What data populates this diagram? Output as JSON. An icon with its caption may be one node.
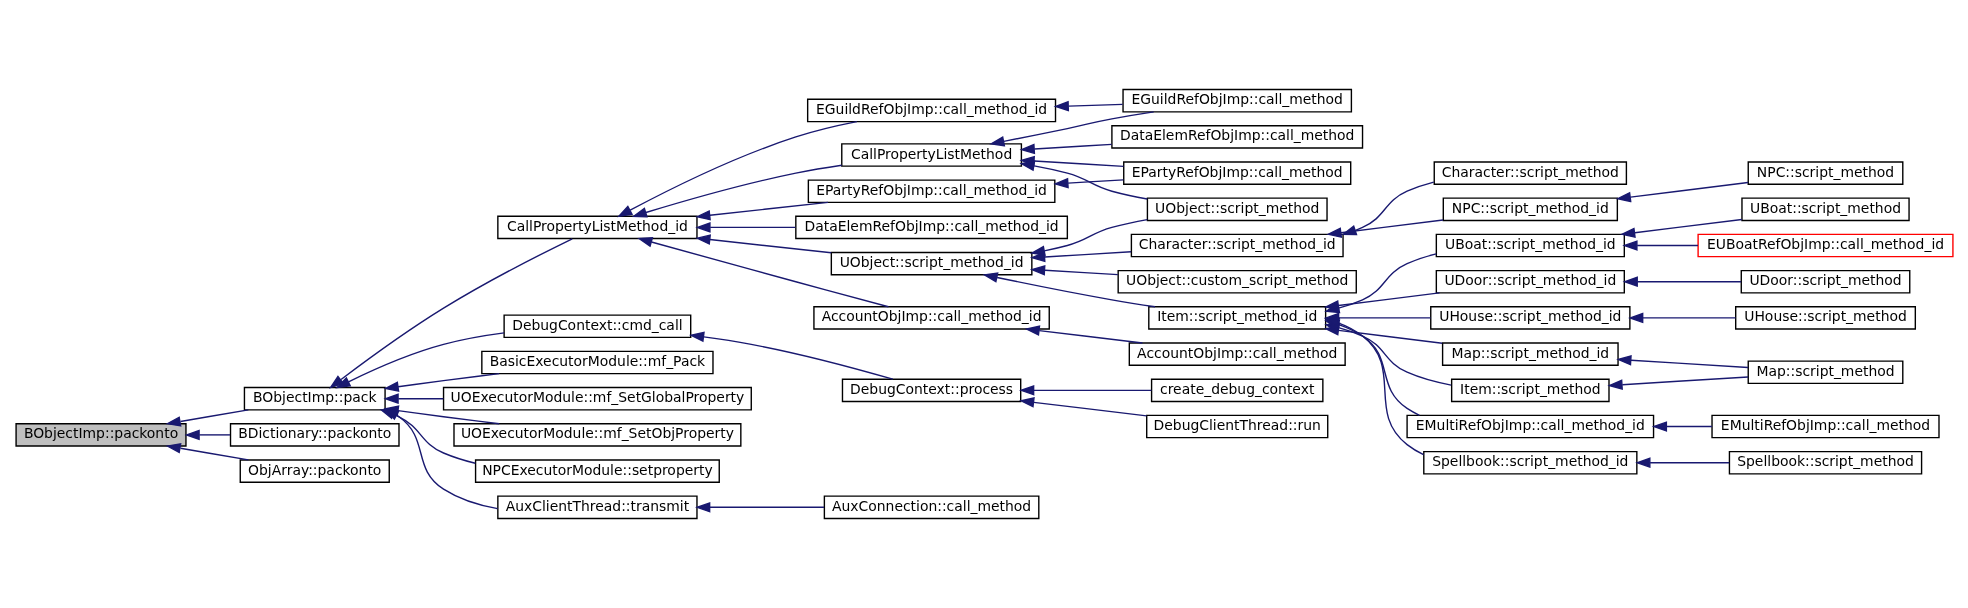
{
  "diagram": {
    "nodes": [
      {
        "text": [
          "BObjectImp::packonto"
        ]
      },
      {
        "text": [
          "BObjectImp::pack"
        ]
      },
      {
        "text": [
          "BDictionary::packonto"
        ]
      },
      {
        "text": [
          "ObjArray::packonto"
        ]
      },
      {
        "text": [
          "CallPropertyListMethod_id"
        ]
      },
      {
        "text": [
          "DebugContext::cmd_call"
        ]
      },
      {
        "text": [
          "BasicExecutorModule::mf_Pack"
        ]
      },
      {
        "text": [
          "UOExecutorModule::mf_SetGlobalProperty"
        ]
      },
      {
        "text": [
          "UOExecutorModule::mf_SetObjProperty"
        ]
      },
      {
        "text": [
          "NPCExecutorModule::setproperty"
        ]
      },
      {
        "text": [
          "AuxClientThread::transmit"
        ]
      },
      {
        "text": [
          "EGuildRefObjImp::call_method_id"
        ]
      },
      {
        "text": [
          "CallPropertyListMethod"
        ]
      },
      {
        "text": [
          "EPartyRefObjImp::call_method_id"
        ]
      },
      {
        "text": [
          "DataElemRefObjImp::call_method_id"
        ]
      },
      {
        "text": [
          "UObject::script_method_id"
        ]
      },
      {
        "text": [
          "AccountObjImp::call_method_id"
        ]
      },
      {
        "text": [
          "DebugContext::process"
        ]
      },
      {
        "text": [
          "AuxConnection::call_method"
        ]
      },
      {
        "text": [
          "EGuildRefObjImp::call_method"
        ]
      },
      {
        "text": [
          "DataElemRefObjImp::call_method"
        ]
      },
      {
        "text": [
          "EPartyRefObjImp::call_method"
        ]
      },
      {
        "text": [
          "UObject::script_method"
        ]
      },
      {
        "text": [
          "Character::script_method_id"
        ]
      },
      {
        "text": [
          "UObject::custom_script_method"
        ]
      },
      {
        "text": [
          "Item::script_method_id"
        ]
      },
      {
        "text": [
          "AccountObjImp::call_method"
        ]
      },
      {
        "text": [
          "create_debug_context"
        ]
      },
      {
        "text": [
          "DebugClientThread::run"
        ]
      },
      {
        "text": [
          "Character::script_method"
        ]
      },
      {
        "text": [
          "NPC::script_method_id"
        ]
      },
      {
        "text": [
          "UBoat::script_method_id"
        ]
      },
      {
        "text": [
          "UDoor::script_method_id"
        ]
      },
      {
        "text": [
          "UHouse::script_method_id"
        ]
      },
      {
        "text": [
          "Map::script_method_id"
        ]
      },
      {
        "text": [
          "Item::script_method"
        ]
      },
      {
        "text": [
          "EMultiRefObjImp::call_method_id"
        ]
      },
      {
        "text": [
          "Spellbook::script_method_id"
        ]
      },
      {
        "text": [
          "NPC::script_method"
        ]
      },
      {
        "text": [
          "UBoat::script_method"
        ]
      },
      {
        "text": [
          "EUBoatRefObjImp::call_method_id"
        ]
      },
      {
        "text": [
          "UDoor::script_method"
        ]
      },
      {
        "text": [
          "UHouse::script_method"
        ]
      },
      {
        "text": [
          "Map::script_method"
        ]
      },
      {
        "text": [
          "EMultiRefObjImp::call_method"
        ]
      },
      {
        "text": [
          "Spellbook::script_method"
        ]
      }
    ],
    "edges": [
      {
        "from": 1,
        "to": 0,
        "arrow": "to"
      },
      {
        "from": 2,
        "to": 0,
        "arrow": "to"
      },
      {
        "from": 3,
        "to": 0,
        "arrow": "to"
      },
      {
        "from": 4,
        "to": 1,
        "arrow": "to"
      },
      {
        "from": 5,
        "to": 1,
        "arrow": "to"
      },
      {
        "from": 6,
        "to": 1,
        "arrow": "to"
      },
      {
        "from": 7,
        "to": 1,
        "arrow": "to"
      },
      {
        "from": 8,
        "to": 1,
        "arrow": "to"
      },
      {
        "from": 9,
        "to": 1,
        "arrow": "to"
      },
      {
        "from": 10,
        "to": 1,
        "arrow": "to"
      },
      {
        "from": 11,
        "to": 4,
        "arrow": "to"
      },
      {
        "from": 12,
        "to": 4,
        "arrow": "to"
      },
      {
        "from": 13,
        "to": 4,
        "arrow": "to"
      },
      {
        "from": 14,
        "to": 4,
        "arrow": "to"
      },
      {
        "from": 15,
        "to": 4,
        "arrow": "to"
      },
      {
        "from": 16,
        "to": 4,
        "arrow": "to"
      },
      {
        "from": 17,
        "to": 5,
        "arrow": "to"
      },
      {
        "from": 18,
        "to": 10,
        "arrow": "to"
      },
      {
        "from": 19,
        "to": 11,
        "arrow": "to"
      },
      {
        "from": 19,
        "to": 12,
        "arrow": "to"
      },
      {
        "from": 20,
        "to": 12,
        "arrow": "to"
      },
      {
        "from": 21,
        "to": 12,
        "arrow": "to"
      },
      {
        "from": 22,
        "to": 12,
        "arrow": "to"
      },
      {
        "from": 21,
        "to": 13,
        "arrow": "to"
      },
      {
        "from": 22,
        "to": 15,
        "arrow": "to"
      },
      {
        "from": 23,
        "to": 15,
        "arrow": "to"
      },
      {
        "from": 24,
        "to": 15,
        "arrow": "to"
      },
      {
        "from": 25,
        "to": 15,
        "arrow": "to"
      },
      {
        "from": 26,
        "to": 16,
        "arrow": "to"
      },
      {
        "from": 27,
        "to": 17,
        "arrow": "to"
      },
      {
        "from": 28,
        "to": 17,
        "arrow": "to"
      },
      {
        "from": 29,
        "to": 23,
        "arrow": "to"
      },
      {
        "from": 30,
        "to": 23,
        "arrow": "to"
      },
      {
        "from": 31,
        "to": 25,
        "arrow": "to"
      },
      {
        "from": 32,
        "to": 25,
        "arrow": "to"
      },
      {
        "from": 33,
        "to": 25,
        "arrow": "to"
      },
      {
        "from": 34,
        "to": 25,
        "arrow": "to"
      },
      {
        "from": 35,
        "to": 25,
        "arrow": "to"
      },
      {
        "from": 36,
        "to": 25,
        "arrow": "to"
      },
      {
        "from": 37,
        "to": 25,
        "arrow": "to"
      },
      {
        "from": 38,
        "to": 30,
        "arrow": "to"
      },
      {
        "from": 39,
        "to": 31,
        "arrow": "to"
      },
      {
        "from": 40,
        "to": 31,
        "arrow": "to"
      },
      {
        "from": 41,
        "to": 32,
        "arrow": "to"
      },
      {
        "from": 42,
        "to": 33,
        "arrow": "to"
      },
      {
        "from": 43,
        "to": 34,
        "arrow": "to"
      },
      {
        "from": 43,
        "to": 35,
        "arrow": "to"
      },
      {
        "from": 44,
        "to": 36,
        "arrow": "to"
      },
      {
        "from": 45,
        "to": 37,
        "arrow": "to"
      }
    ]
  }
}
